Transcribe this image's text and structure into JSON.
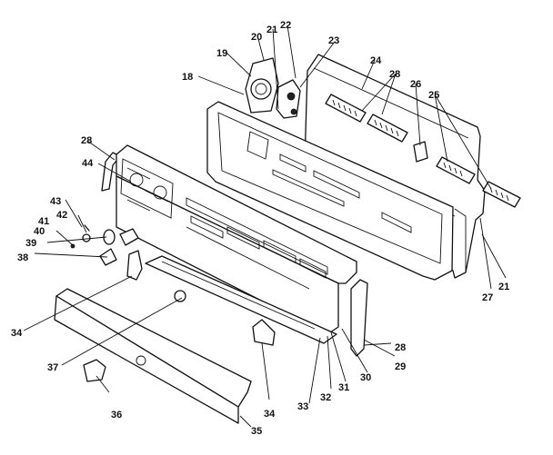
{
  "diagram": {
    "part_labels": [
      "18",
      "19",
      "20",
      "21",
      "22",
      "23",
      "24",
      "28",
      "26",
      "25",
      "28",
      "44",
      "43",
      "42",
      "41",
      "40",
      "39",
      "38",
      "34",
      "37",
      "36",
      "35",
      "34",
      "33",
      "32",
      "31",
      "30",
      "29",
      "28",
      "27",
      "21"
    ]
  }
}
